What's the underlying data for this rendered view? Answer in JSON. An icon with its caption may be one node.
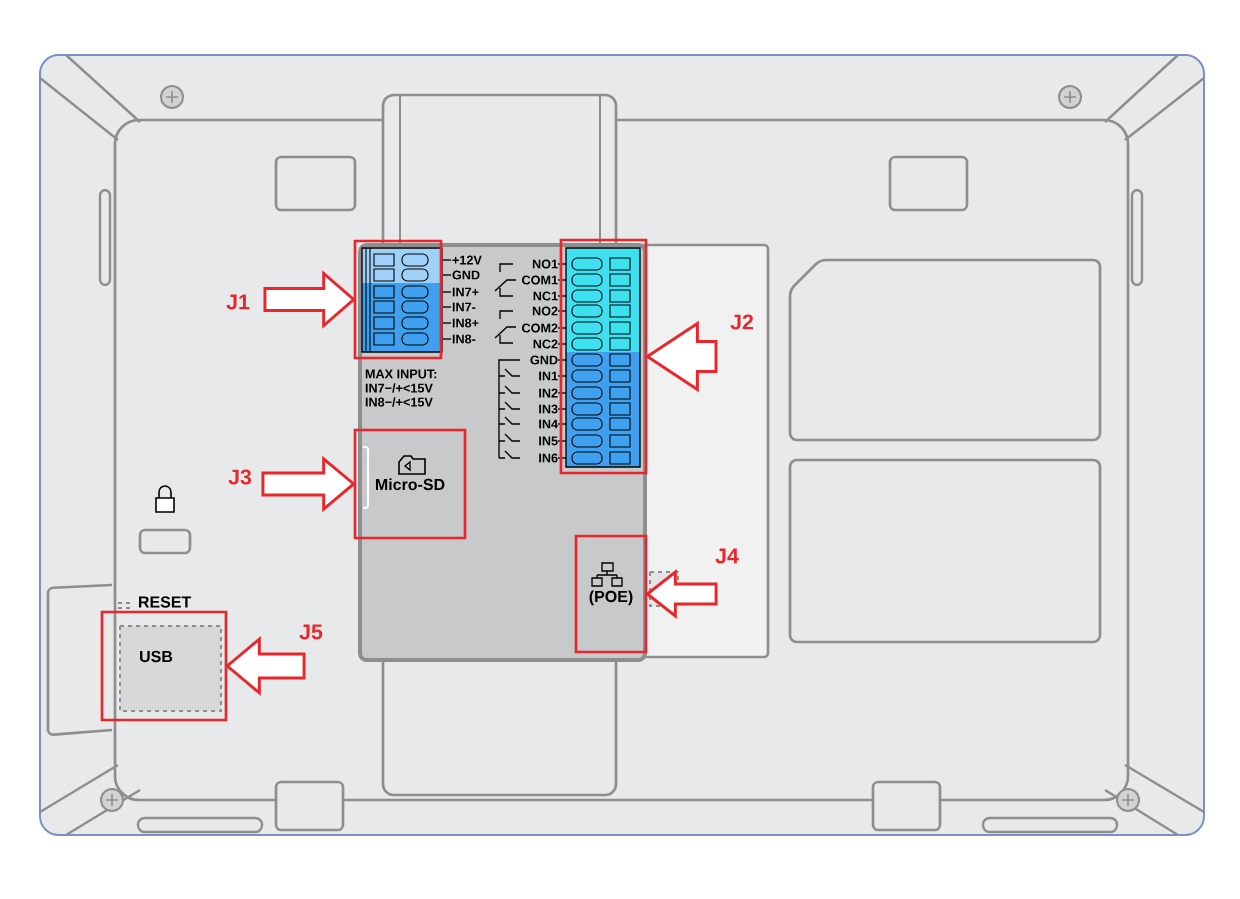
{
  "diagram": {
    "nodes": [
      {
        "text": [],
        "shape": "box"
      },
      {
        "text": [
          "J1"
        ]
      },
      {
        "text": [],
        "shape": "box"
      },
      {
        "text": [
          "J2"
        ]
      },
      {
        "text": [
          "J3"
        ]
      },
      {
        "text": [
          "Micro-SD"
        ]
      },
      {
        "text": [
          "(POE)"
        ]
      },
      {
        "text": [
          "J4"
        ]
      },
      {
        "text": [
          "J5"
        ]
      },
      {
        "text": [
          "USB"
        ]
      }
    ],
    "edges": [
      {
        "from": 1,
        "to": 0,
        "arrow": "to"
      },
      {
        "from": 3,
        "to": 2,
        "arrow": "to"
      },
      {
        "from": 4,
        "to": 5,
        "arrow": "to"
      },
      {
        "from": 7,
        "to": 6,
        "arrow": "to"
      },
      {
        "from": 8,
        "to": 9,
        "arrow": "to"
      }
    ],
    "labels": [
      "+12V",
      "GND",
      "IN7+",
      "IN7-",
      "IN8+",
      "IN8-",
      "NO1",
      "COM1",
      "NC1",
      "NO2",
      "COM2",
      "NC2",
      "GND",
      "IN1",
      "IN2",
      "IN3",
      "IN4",
      "IN5",
      "IN6",
      "MAX INPUT:",
      "IN7−/+<15V",
      "IN8−/+<15V",
      "RESET"
    ]
  }
}
